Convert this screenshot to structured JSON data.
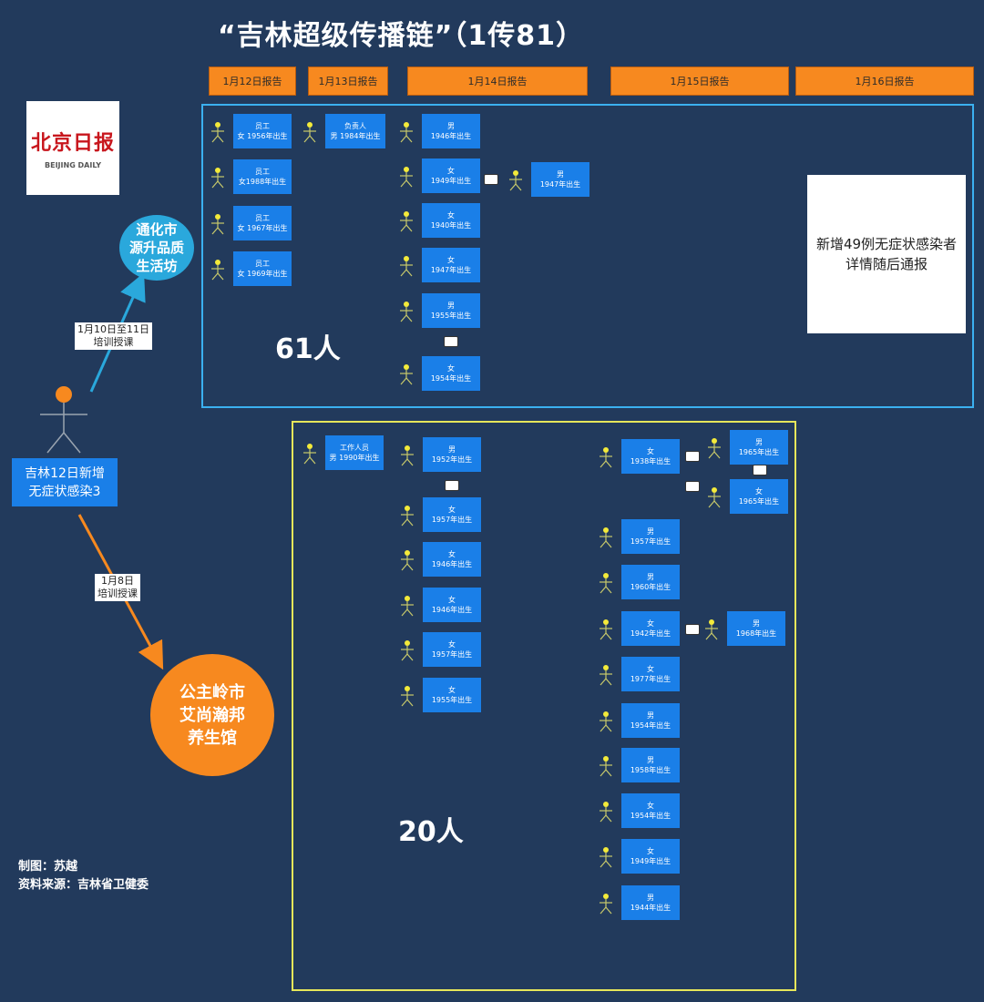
{
  "title": "“吉林超级传播链”（1传81）",
  "headers": [
    "1月12日报告",
    "1月13日报告",
    "1月14日报告",
    "1月15日报告",
    "1月16日报告"
  ],
  "logo": {
    "name": "北京日报",
    "en": "BEIJING DAILY"
  },
  "note": {
    "line1": "新增49例无症状感染者",
    "line2": "详情随后通报"
  },
  "counts": {
    "top": "61人",
    "bottom": "20人"
  },
  "tonghua": {
    "l1": "通化市",
    "l2": "源升品质",
    "l3": "生活坊"
  },
  "gongzhuling": {
    "l1": "公主岭市",
    "l2": "艾尚瀚邦",
    "l3": "养生馆"
  },
  "source": {
    "l1": "吉林12日新增",
    "l2": "无症状感染3"
  },
  "label_up": {
    "l1": "1月10日至11日",
    "l2": "培训授课"
  },
  "label_down": {
    "l1": "1月8日",
    "l2": "培训授课"
  },
  "credits": {
    "maker": "制图：苏越",
    "source": "资料来源：吉林省卫健委"
  },
  "colors": {
    "background": "#223a5c",
    "box": "#1a7fe8",
    "header": "#f7891f",
    "top_frame": "#3bb0f0",
    "bottom_frame": "#e6e65a",
    "stick_head": "#f3ea3a"
  },
  "top_cases": [
    {
      "l1": "员工",
      "l2": "女 1956年出生"
    },
    {
      "l1": "员工",
      "l2": "女1988年出生"
    },
    {
      "l1": "员工",
      "l2": "女 1967年出生"
    },
    {
      "l1": "员工",
      "l2": "女 1969年出生"
    },
    {
      "l1": "负责人",
      "l2": "男 1984年出生"
    },
    {
      "l1": "男",
      "l2": "1946年出生"
    },
    {
      "l1": "女",
      "l2": "1949年出生"
    },
    {
      "l1": "女",
      "l2": "1940年出生"
    },
    {
      "l1": "女",
      "l2": "1947年出生"
    },
    {
      "l1": "男",
      "l2": "1955年出生"
    },
    {
      "l1": "女",
      "l2": "1954年出生"
    },
    {
      "l1": "男",
      "l2": "1947年出生"
    }
  ],
  "bottom_cases": [
    {
      "l1": "工作人员",
      "l2": "男 1990年出生"
    },
    {
      "l1": "男",
      "l2": "1952年出生"
    },
    {
      "l1": "女",
      "l2": "1957年出生"
    },
    {
      "l1": "女",
      "l2": "1946年出生"
    },
    {
      "l1": "女",
      "l2": "1946年出生"
    },
    {
      "l1": "女",
      "l2": "1957年出生"
    },
    {
      "l1": "女",
      "l2": "1955年出生"
    },
    {
      "l1": "女",
      "l2": "1938年出生"
    },
    {
      "l1": "男",
      "l2": "1957年出生"
    },
    {
      "l1": "男",
      "l2": "1960年出生"
    },
    {
      "l1": "女",
      "l2": "1942年出生"
    },
    {
      "l1": "女",
      "l2": "1977年出生"
    },
    {
      "l1": "男",
      "l2": "1954年出生"
    },
    {
      "l1": "男",
      "l2": "1958年出生"
    },
    {
      "l1": "女",
      "l2": "1954年出生"
    },
    {
      "l1": "女",
      "l2": "1949年出生"
    },
    {
      "l1": "男",
      "l2": "1944年出生"
    },
    {
      "l1": "男",
      "l2": "1965年出生"
    },
    {
      "l1": "女",
      "l2": "1965年出生"
    },
    {
      "l1": "男",
      "l2": "1968年出生"
    }
  ]
}
